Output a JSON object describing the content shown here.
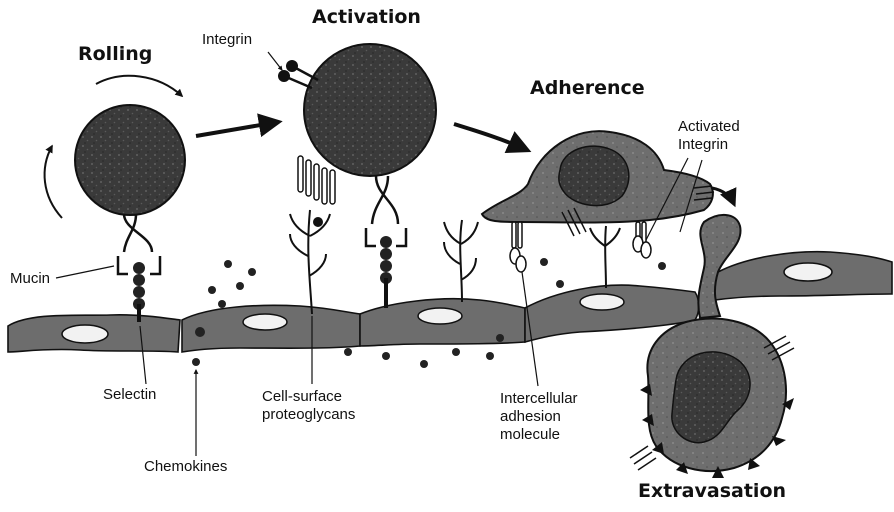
{
  "stages": {
    "rolling": "Rolling",
    "activation": "Activation",
    "adherence": "Adherence",
    "extravasation": "Extravasation"
  },
  "labels": {
    "integrin": "Integrin",
    "activated_integrin": [
      "Activated",
      "Integrin"
    ],
    "mucin": "Mucin",
    "selectin": "Selectin",
    "chemokines": "Chemokines",
    "proteoglycans": [
      "Cell-surface",
      "proteoglycans"
    ],
    "icam": [
      "Intercellular",
      "adhesion",
      "molecule"
    ]
  }
}
